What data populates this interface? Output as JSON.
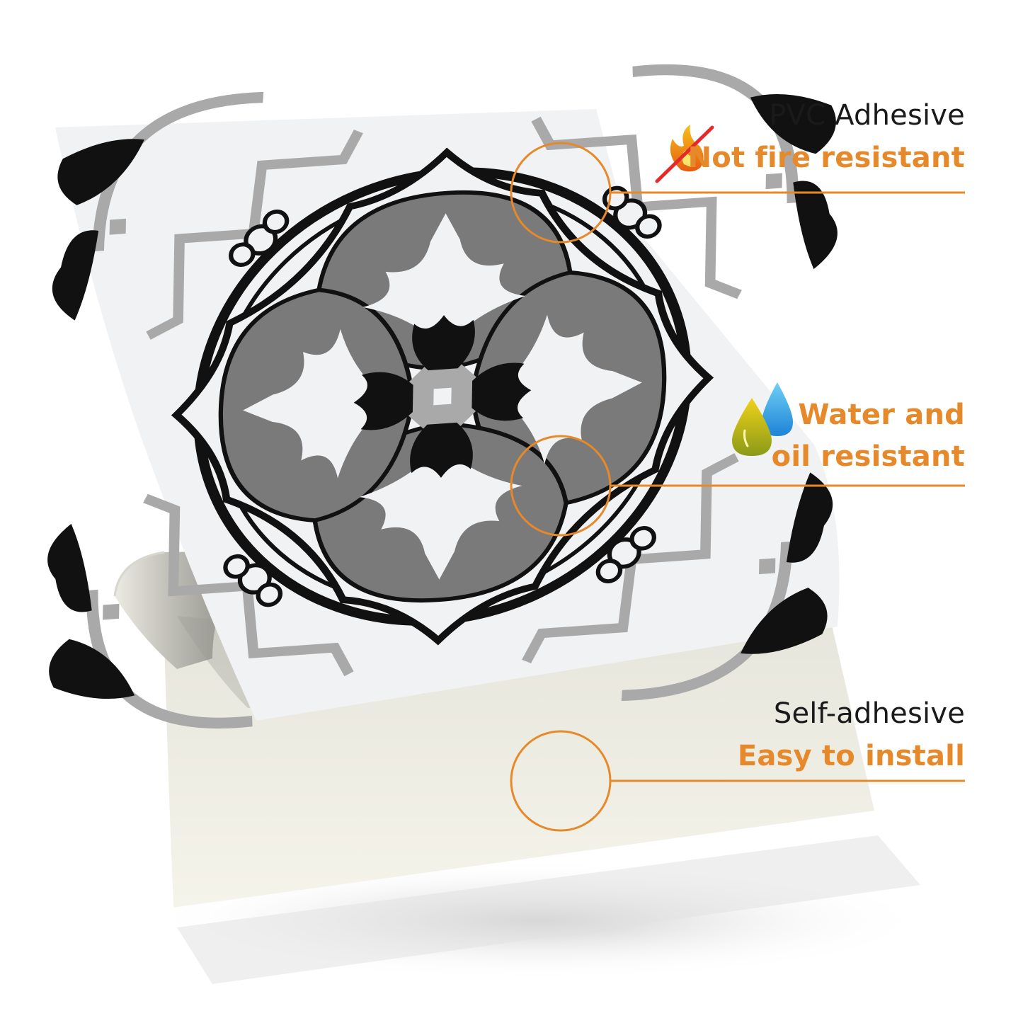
{
  "features": [
    {
      "line1": "PVC Adhesive",
      "line2": "Not fire resistant",
      "icon": "no-fire-icon"
    },
    {
      "line1": "Water and",
      "line2": "oil resistant",
      "icon": "water-oil-drops-icon"
    },
    {
      "line1": "Self-adhesive",
      "line2": "Easy to install",
      "icon": ""
    }
  ],
  "colors": {
    "accent": "#E6892A",
    "text_dark": "#1a1a1a",
    "tile_black": "#111111",
    "tile_gray": "#7a7a7a",
    "tile_light_gray": "#a9a9a9",
    "tile_white": "#f1f2f4",
    "backing_paper": "#f4f3e8"
  }
}
